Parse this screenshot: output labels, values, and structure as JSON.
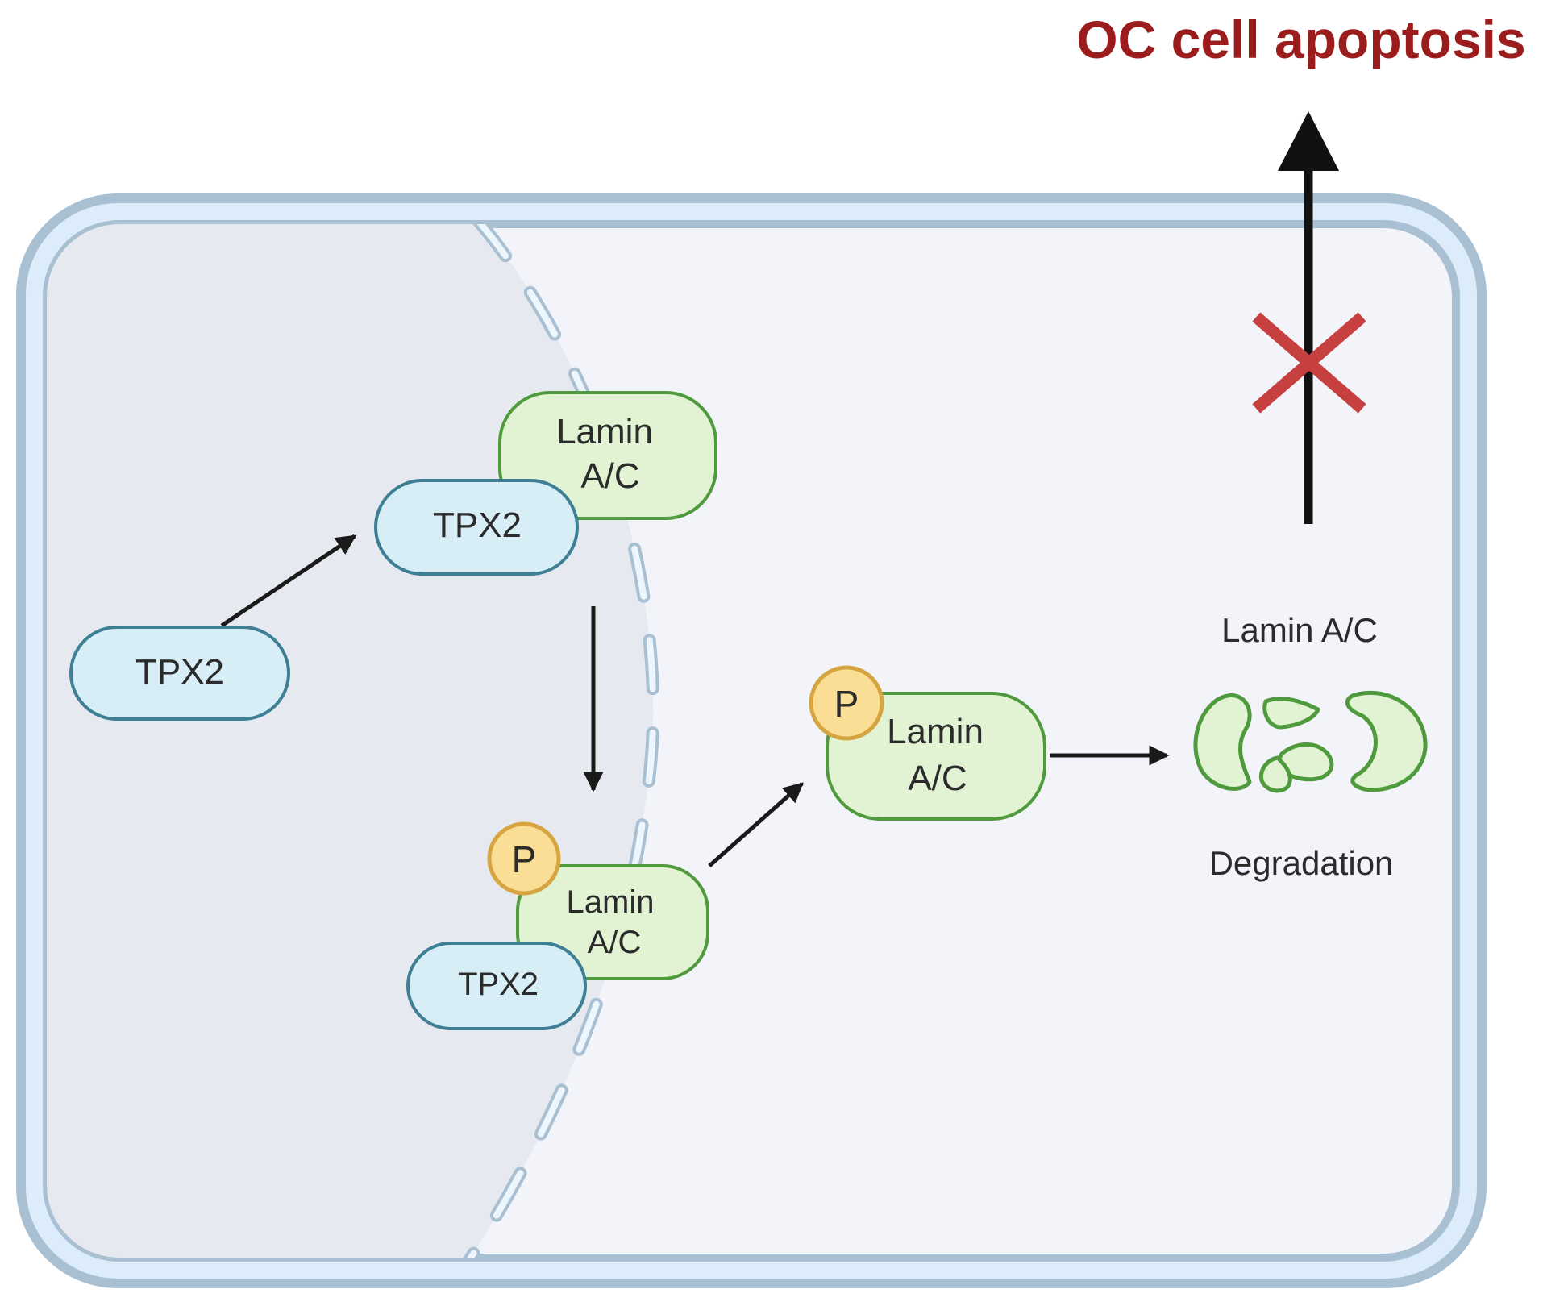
{
  "title": "OC cell apoptosis",
  "colors": {
    "title": "#9b1c1c",
    "membrane_outer": "#a9bfd2",
    "membrane_fill": "#dcecfa",
    "cytoplasm": "#f3f4fa",
    "nucleus": "#e6e9ef",
    "tpx2_fill": "#d8eef6",
    "tpx2_stroke": "#3e7f96",
    "lamin_fill": "#e1f3d3",
    "lamin_stroke": "#4f9a3c",
    "phospho_fill": "#fbde96",
    "phospho_stroke": "#d6a540",
    "block_x": "#c64040",
    "arrow": "#1a1a1a"
  },
  "proteins": {
    "tpx2": "TPX2",
    "lamin_line1": "Lamin",
    "lamin_line2": "A/C",
    "phospho": "P"
  },
  "degradation": {
    "top_label": "Lamin A/C",
    "bottom_label": "Degradation"
  }
}
